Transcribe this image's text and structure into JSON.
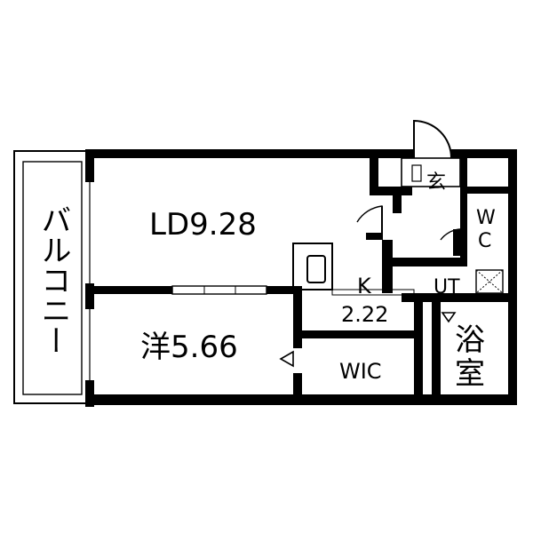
{
  "rooms": {
    "balcony": "バルコニー",
    "ld": "LD9.28",
    "western_room": "洋5.66",
    "kitchen_letter": "K",
    "kitchen_size": "2.22",
    "wic": "WIC",
    "entrance": "玄",
    "wc_w": "W",
    "wc_c": "C",
    "utility": "UT",
    "bath_top": "浴",
    "bath_bottom": "室"
  }
}
